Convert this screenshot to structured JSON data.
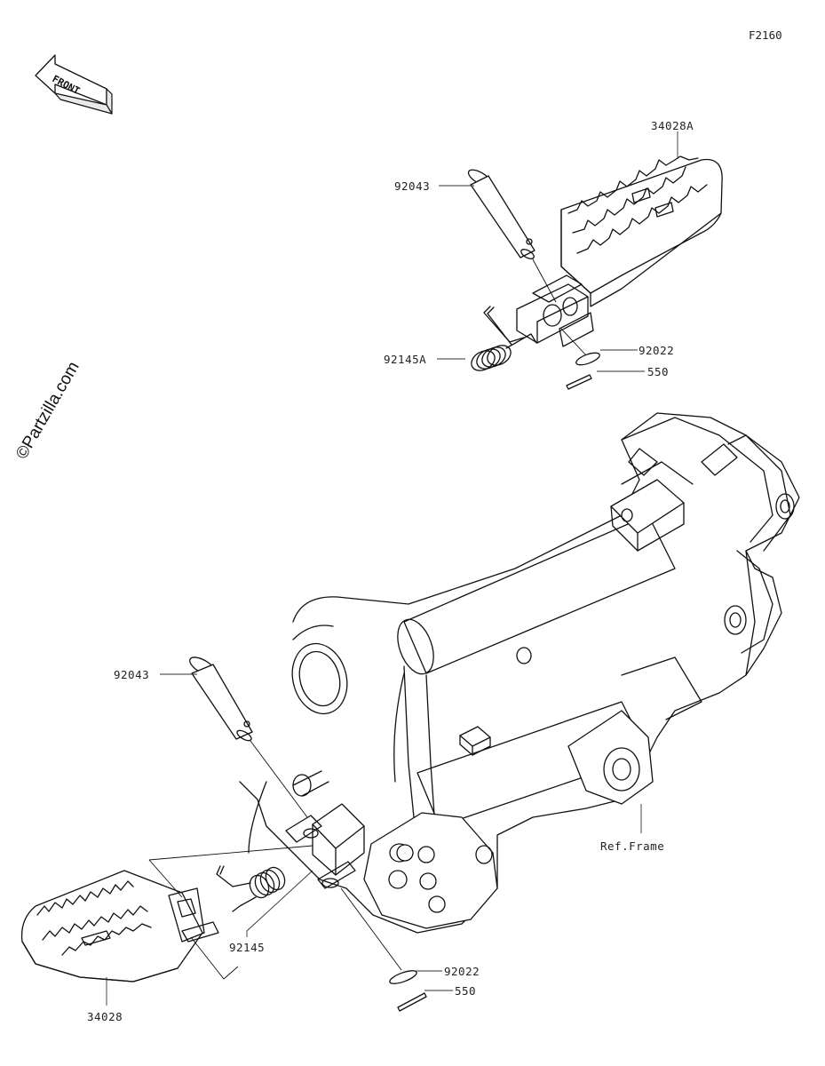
{
  "figure_code": "F2160",
  "front_label": "FRONT",
  "watermark": "©Partzilla.com",
  "labels": {
    "footpeg_right": "34028A",
    "pin_right": "92043",
    "spring_right": "92145A",
    "washer_right": "92022",
    "cotter_right": "550",
    "pin_left": "92043",
    "footpeg_left": "34028",
    "spring_left": "92145",
    "washer_left": "92022",
    "cotter_left": "550",
    "frame_ref": "Ref.Frame"
  }
}
